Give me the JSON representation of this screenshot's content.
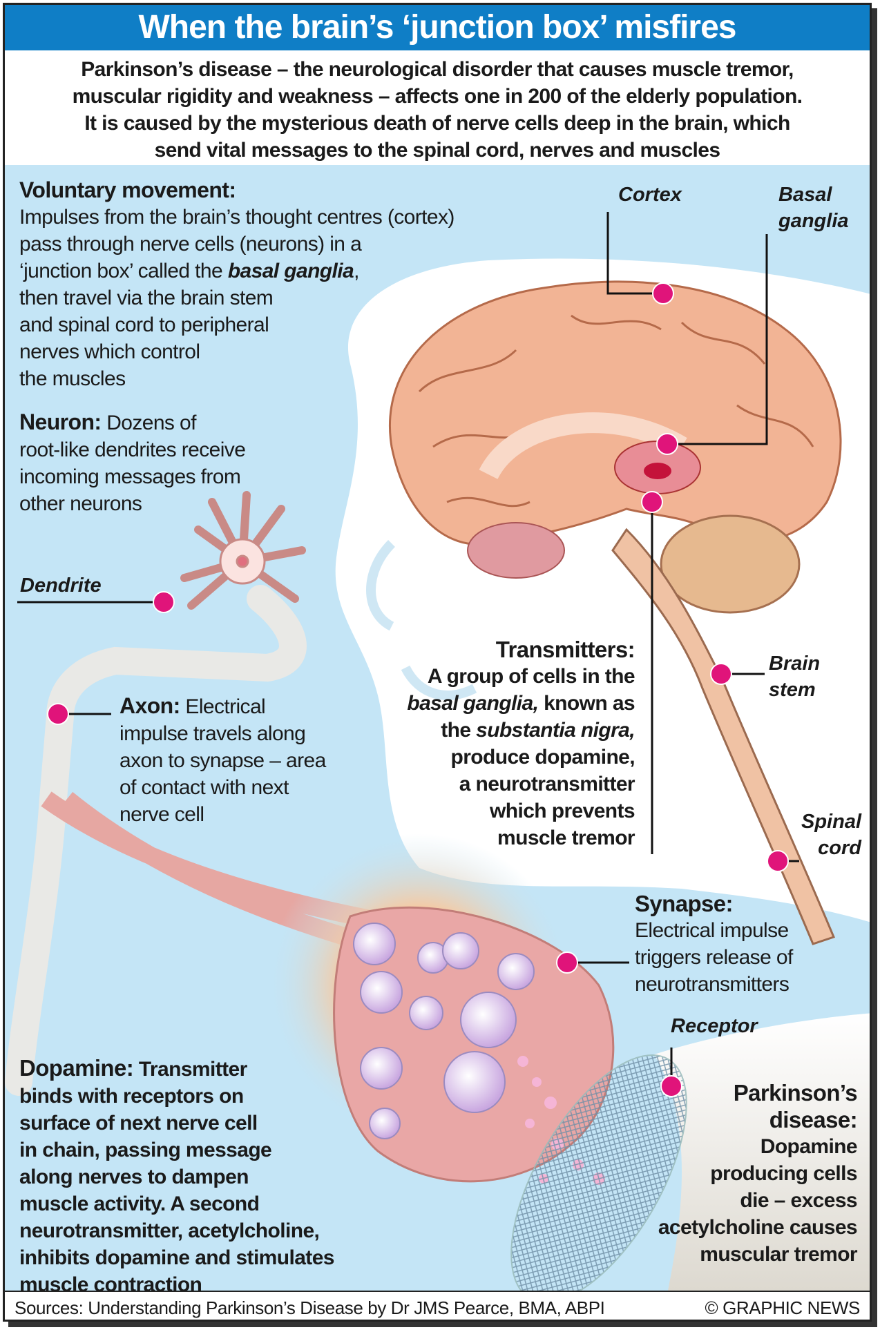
{
  "header": {
    "title": "When the brain’s ‘junction box’ misfires"
  },
  "intro": {
    "lines": [
      "Parkinson’s disease – the neurological disorder that causes muscle tremor,",
      "muscular rigidity and weakness – affects one in 200 of the elderly population.",
      "It is caused by the mysterious death of nerve cells deep in the brain, which",
      "send vital messages to the spinal cord, nerves and muscles"
    ]
  },
  "voluntary": {
    "heading": "Voluntary movement:",
    "lines": [
      "Impulses from the brain’s thought centres (cortex)",
      "pass through nerve cells (neurons) in a",
      "‘junction box’ called the ",
      "basal ganglia",
      ",",
      "then travel via the brain stem",
      "and spinal cord to peripheral",
      "nerves which control",
      "the muscles"
    ]
  },
  "neuron": {
    "heading": "Neuron:",
    "lines": [
      " Dozens of",
      "root-like dendrites receive",
      "incoming messages from",
      "other neurons"
    ]
  },
  "axon": {
    "heading": "Axon:",
    "lines": [
      " Electrical",
      "impulse travels along",
      "axon to synapse – area",
      "of contact with next",
      "nerve cell"
    ]
  },
  "labels": {
    "dendrite": "Dendrite",
    "cortex": "Cortex",
    "basal1": "Basal",
    "basal2": "ganglia",
    "brain_stem1": "Brain",
    "brain_stem2": "stem",
    "spinal1": "Spinal",
    "spinal2": "cord",
    "receptor": "Receptor"
  },
  "transmitters": {
    "heading": "Transmitters:",
    "lines": [
      "A group of cells in the",
      "basal ganglia,",
      " known as",
      "the ",
      "substantia nigra,",
      "produce dopamine,",
      "a neurotransmitter",
      "which prevents",
      "muscle tremor"
    ]
  },
  "synapse": {
    "heading": "Synapse:",
    "lines": [
      "Electrical impulse",
      "triggers release of",
      "neurotransmitters"
    ]
  },
  "dopamine": {
    "heading": "Dopamine:",
    "lines": [
      " Transmitter",
      "binds with receptors on",
      "surface of next nerve cell",
      "in chain, passing message",
      "along nerves to dampen",
      "muscle activity. A second",
      "neurotransmitter, acetylcholine,",
      "inhibits dopamine and stimulates",
      "muscle contraction"
    ]
  },
  "parkinsons": {
    "lines": [
      "Parkinson’s",
      "disease:",
      "Dopamine",
      "producing cells",
      "die – excess",
      "acetylcholine causes",
      "muscular tremor"
    ]
  },
  "footer": {
    "sources": "Sources: Understanding Parkinson’s Disease by Dr JMS Pearce, BMA, ABPI",
    "credit": "© GRAPHIC NEWS"
  },
  "colors": {
    "header": "#0f7ec6",
    "background": "#c4e5f6",
    "marker": "#e0147a",
    "brain": "#f2b495"
  }
}
